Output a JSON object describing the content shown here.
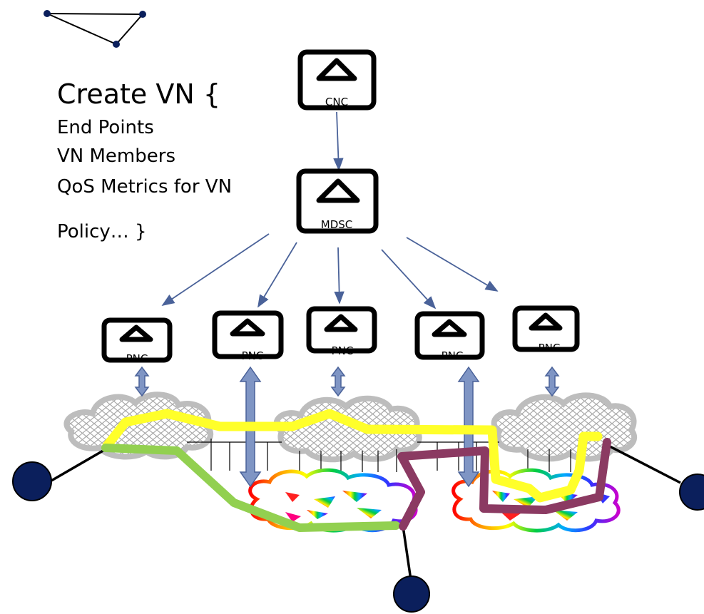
{
  "diagram": {
    "title": "Create VN {",
    "request_lines": [
      "End Points",
      "VN Members",
      "QoS Metrics for VN",
      "Policy… }"
    ],
    "controllers": {
      "cnc": "CNC",
      "mdsc": "MDSC",
      "pnc": [
        "PNC",
        "PNC",
        "PNC",
        "PNC",
        "PNC"
      ]
    },
    "colors": {
      "node": "#0b1f5c",
      "arrow": "#4a6299",
      "double_arrow": "#7f95c4",
      "yellow_path": "#ffff2a",
      "green_path": "#92d050",
      "purple_path": "#8b3a62",
      "cloud_gray": "#bdbdbd"
    }
  }
}
